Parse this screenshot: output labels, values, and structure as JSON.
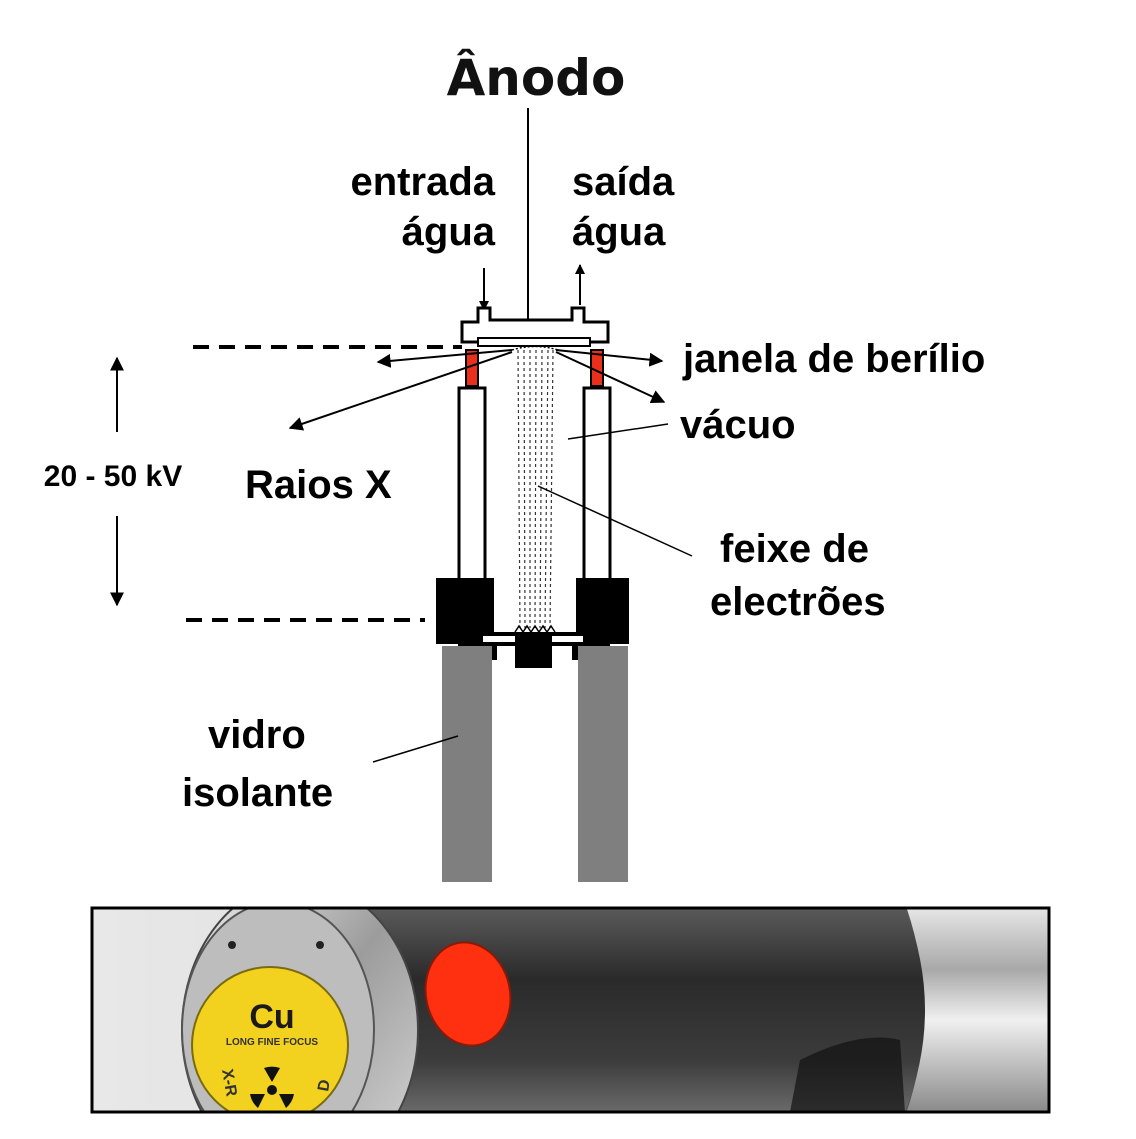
{
  "diagram": {
    "title": "Ânodo",
    "labels": {
      "water_in_1": "entrada",
      "water_in_2": "água",
      "water_out_1": "saída",
      "water_out_2": "água",
      "beryllium_window": "janela de berílio",
      "vacuum": "vácuo",
      "voltage": "20 - 50 kV",
      "xrays": "Raios X",
      "beam_1": "feixe  de",
      "beam_2": "electrões",
      "glass_1": "vidro",
      "glass_2": "isolante"
    },
    "colors": {
      "beryllium": "#e8301c",
      "glass": "#7f7f7f",
      "ink": "#000000"
    }
  },
  "photo": {
    "badge_element": "Cu",
    "badge_subtitle": "LONG FINE FOCUS",
    "badge_side_left": "X-R",
    "badge_side_right": "D",
    "badge_color": "#f2d21f",
    "window_marker_color": "#ff3010",
    "icons": [
      "radiation-icon"
    ]
  }
}
